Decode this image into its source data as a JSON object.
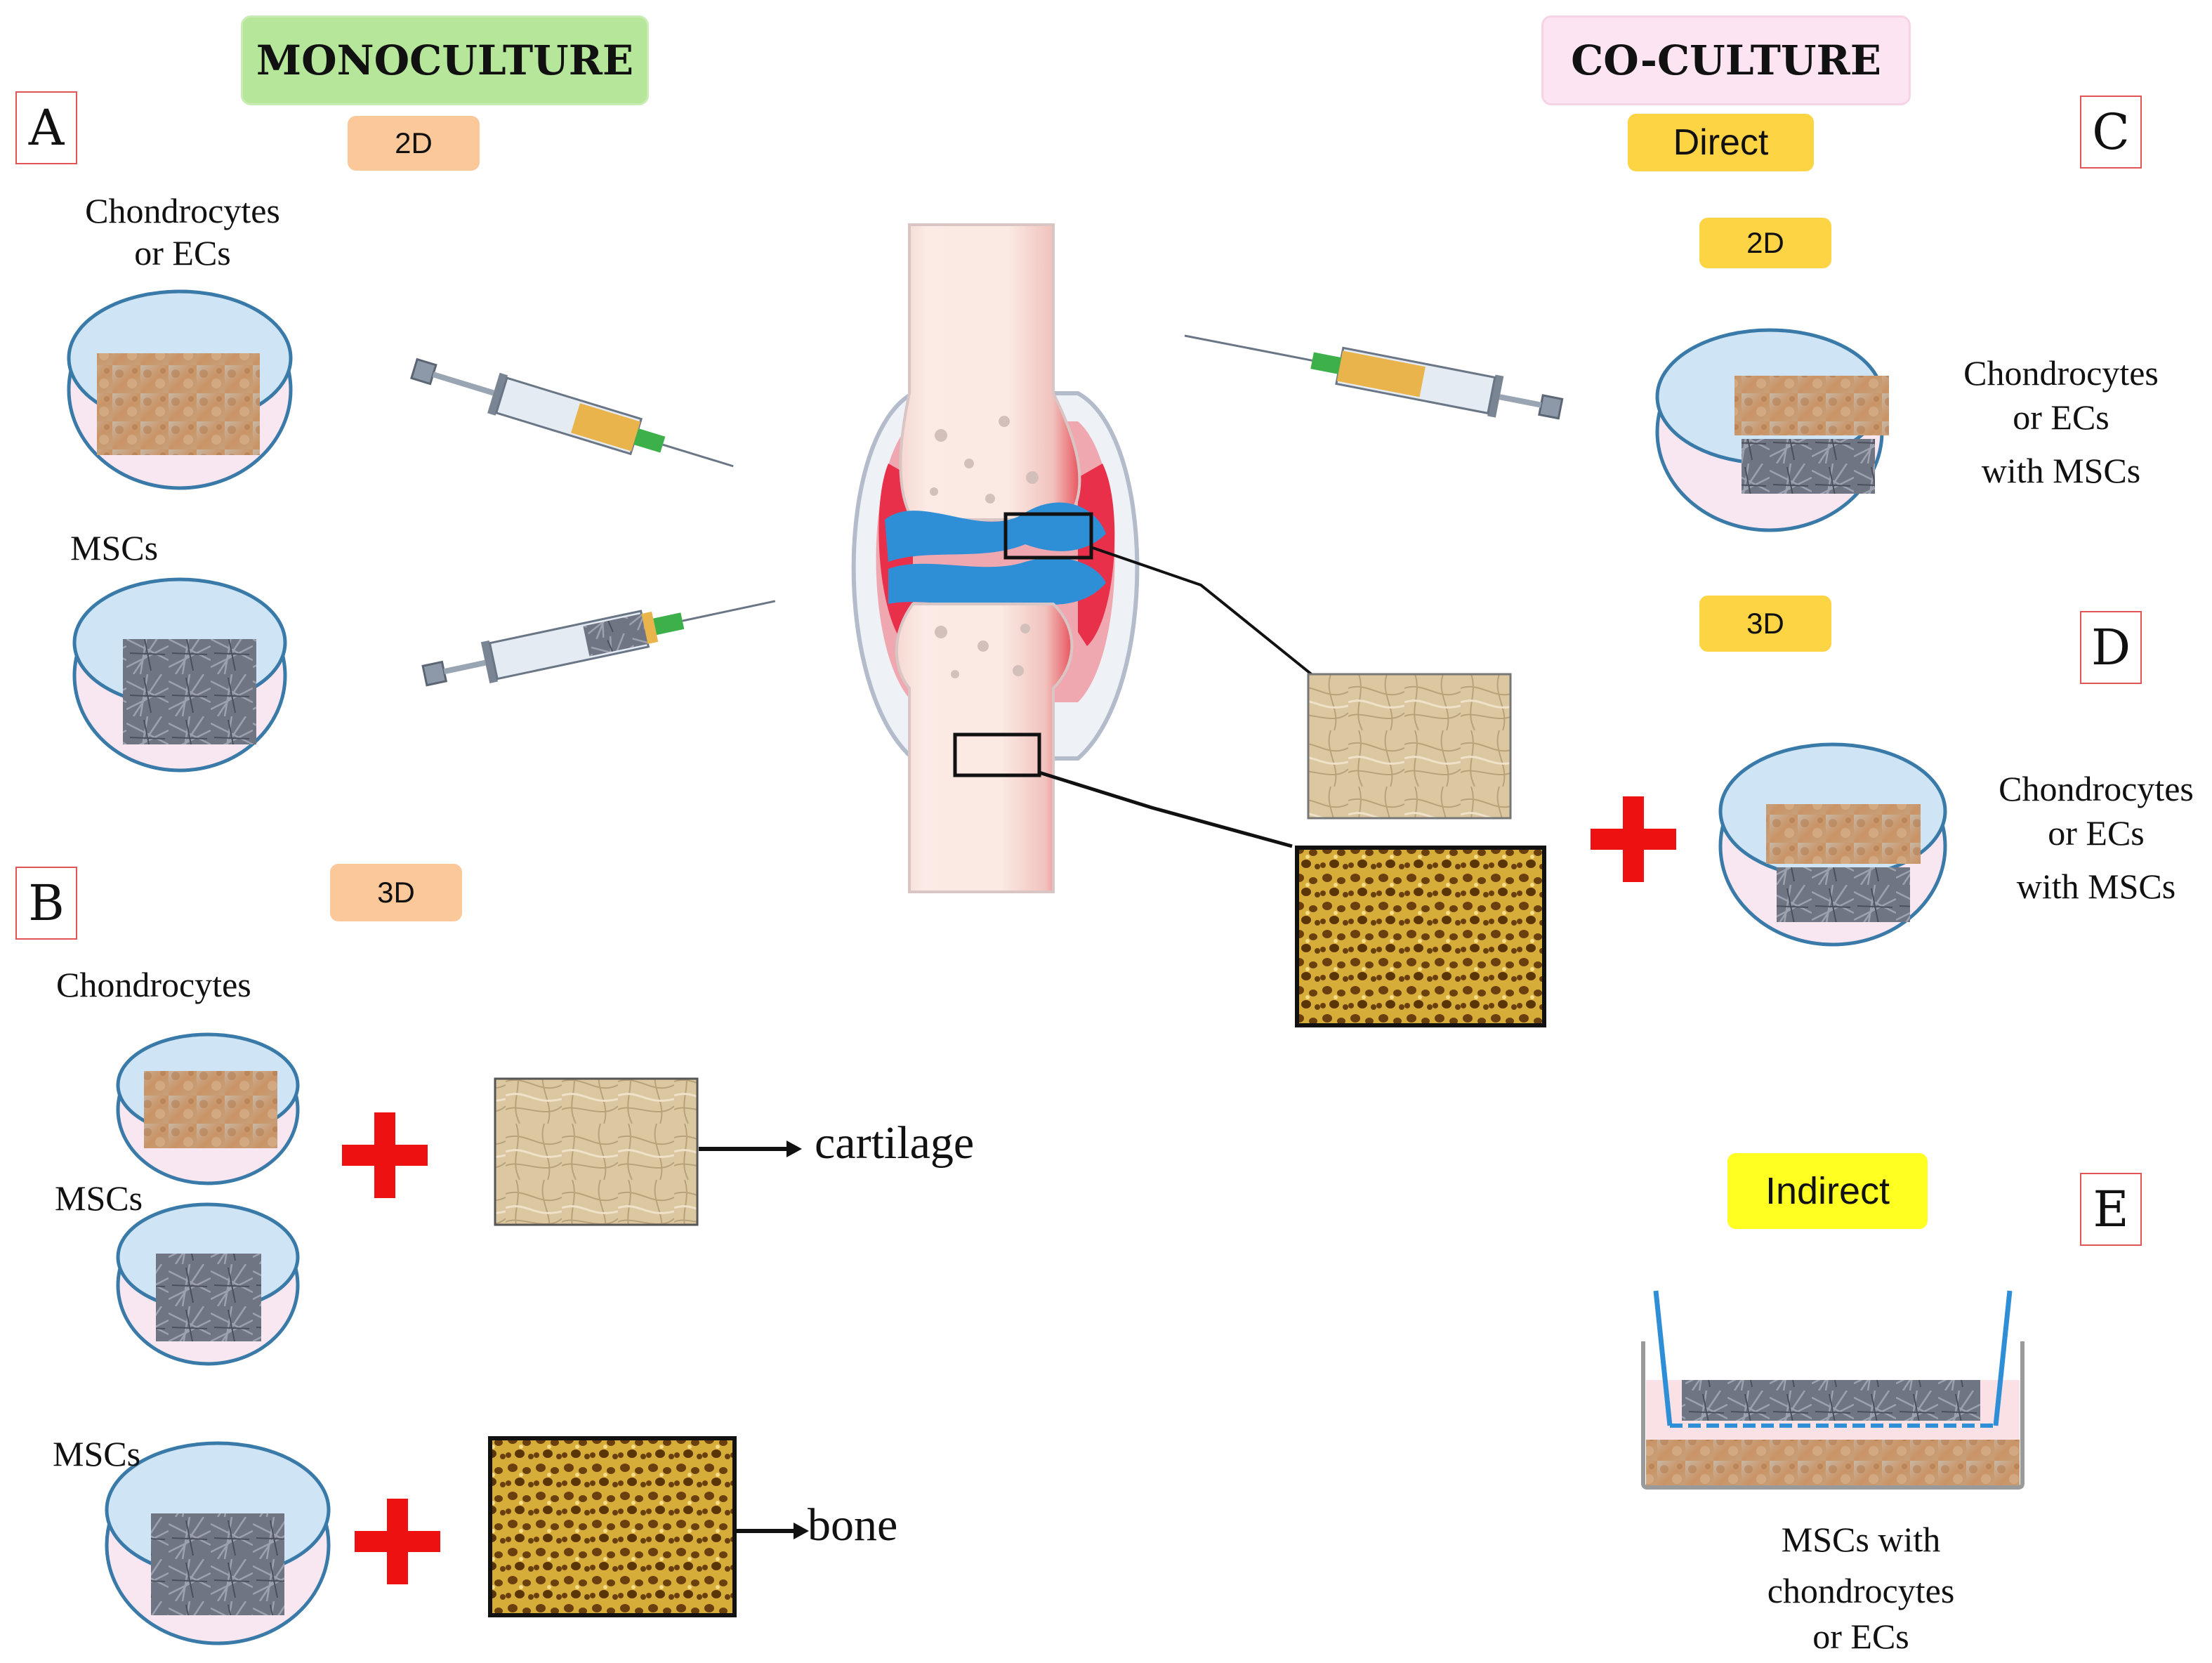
{
  "headers": {
    "monoculture": "MONOCULTURE",
    "coculture": "CO-CULTURE"
  },
  "pills": {
    "mono_2d": "2D",
    "mono_3d": "3D",
    "direct": "Direct",
    "co_2d": "2D",
    "co_3d": "3D",
    "indirect": "Indirect"
  },
  "panel_letters": {
    "a": "A",
    "b": "B",
    "c": "C",
    "d": "D",
    "e": "E"
  },
  "labels": {
    "a_chondro_line1": "Chondrocytes",
    "a_chondro_line2": "or ECs",
    "a_mscs": "MSCs",
    "b_chondro": "Chondrocytes",
    "b_mscs1": "MSCs",
    "b_mscs2": "MSCs",
    "cartilage": "cartilage",
    "bone": "bone",
    "c_line1": "Chondrocytes",
    "c_line2": "or ECs",
    "c_line3": "with MSCs",
    "d_line1": "Chondrocytes",
    "d_line2": "or ECs",
    "d_line3": "with MSCs",
    "e_line1": "MSCs with",
    "e_line2": "chondrocytes",
    "e_line3": "or ECs"
  },
  "colors": {
    "mono_header": "#b5e69a",
    "co_header": "#fde4f2",
    "mono_pill": "#fbc89a",
    "co_pill": "#fdd444",
    "indirect_pill": "#ffff22",
    "plus": "#ee1111",
    "dish_stroke": "#3a7aa8",
    "cartilage_blue": "#2f8fd6",
    "synovium_red": "#e8304a"
  }
}
